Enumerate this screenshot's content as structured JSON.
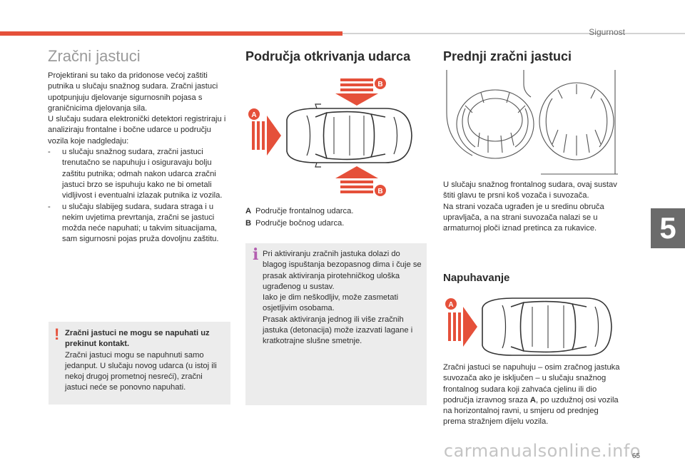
{
  "header": {
    "section": "Sigurnost"
  },
  "chapter": {
    "number": "5"
  },
  "footer": {
    "page_number": "65",
    "watermark": "carmanualsonline.info"
  },
  "col1": {
    "title": "Zračni jastuci",
    "intro": "Projektirani su tako da pridonose većoj zaštiti putnika u slučaju snažnog sudara. Zračni jastuci upotpunjuju djelovanje sigurnosnih pojasa s graničnicima djelovanja sila.",
    "detectors": "U slučaju sudara elektronički detektori registriraju i analiziraju frontalne i bočne udarce u području vozila koje nadgledaju:",
    "items": [
      "u slučaju snažnog sudara, zračni jastuci trenutačno se napuhuju i osiguravaju bolju zaštitu putnika; odmah nakon udarca zračni jastuci brzo se ispuhuju kako ne bi ometali vidljivost i eventualni izlazak putnika iz vozila.",
      "u slučaju slabijeg sudara, sudara straga i u nekim uvjetima prevrtanja, zračni se jastuci možda neće napuhati; u takvim situacijama, sam sigurnosni pojas pruža dovoljnu zaštitu."
    ],
    "warning": {
      "icon": "!",
      "title": "Zračni jastuci ne mogu se napuhati uz prekinut kontakt.",
      "text": "Zračni jastuci mogu se napuhnuti samo jedanput. U slučaju novog udarca (u istoj ili nekoj drugoj prometnoj nesreći), zračni jastuci neće se ponovno napuhati."
    }
  },
  "col2": {
    "title": "Područja otkrivanja udarca",
    "markers": {
      "a": "A",
      "b_top": "B",
      "b_bottom": "B"
    },
    "legend": [
      {
        "key": "A",
        "text": "Područje frontalnog udarca."
      },
      {
        "key": "B",
        "text": "Područje bočnog udarca."
      }
    ],
    "info": {
      "icon": "i",
      "p1": "Pri aktiviranju zračnih jastuka dolazi do blagog ispuštanja bezopasnog dima i čuje se prasak aktiviranja pirotehničkog uloška ugrađenog u sustav.",
      "p2": "Iako je dim neškodljiv, može zasmetati osjetljivim osobama.",
      "p3": "Prasak aktiviranja jednog ili više zračnih jastuka (detonacija) može izazvati lagane i kratkotrajne slušne smetnje."
    }
  },
  "col3": {
    "title": "Prednji zračni jastuci",
    "p1": "U slučaju snažnog frontalnog sudara, ovaj sustav štiti glavu te prsni koš vozača i suvozača.",
    "p2": "Na strani vozača ugrađen je u sredinu obruča upravljača, a na strani suvozača nalazi se u armaturnoj ploči iznad pretinca za rukavice.",
    "subtitle": "Napuhavanje",
    "marker": "A",
    "inflation_before": "Zračni jastuci se napuhuju – osim zračnog jastuka suvozača ako je isključen – u slučaju snažnog frontalnog sudara koji zahvaća cjelinu ili dio područja izravnog sraza ",
    "inflation_bold": "A",
    "inflation_after": ", po uzdužnoj osi vozila na horizontalnoj ravni, u smjeru od prednjeg prema stražnjem dijelu vozila."
  },
  "colors": {
    "accent": "#e5503a",
    "info": "#b35fb0",
    "box": "#ececec",
    "tab": "#6b6b6b"
  }
}
